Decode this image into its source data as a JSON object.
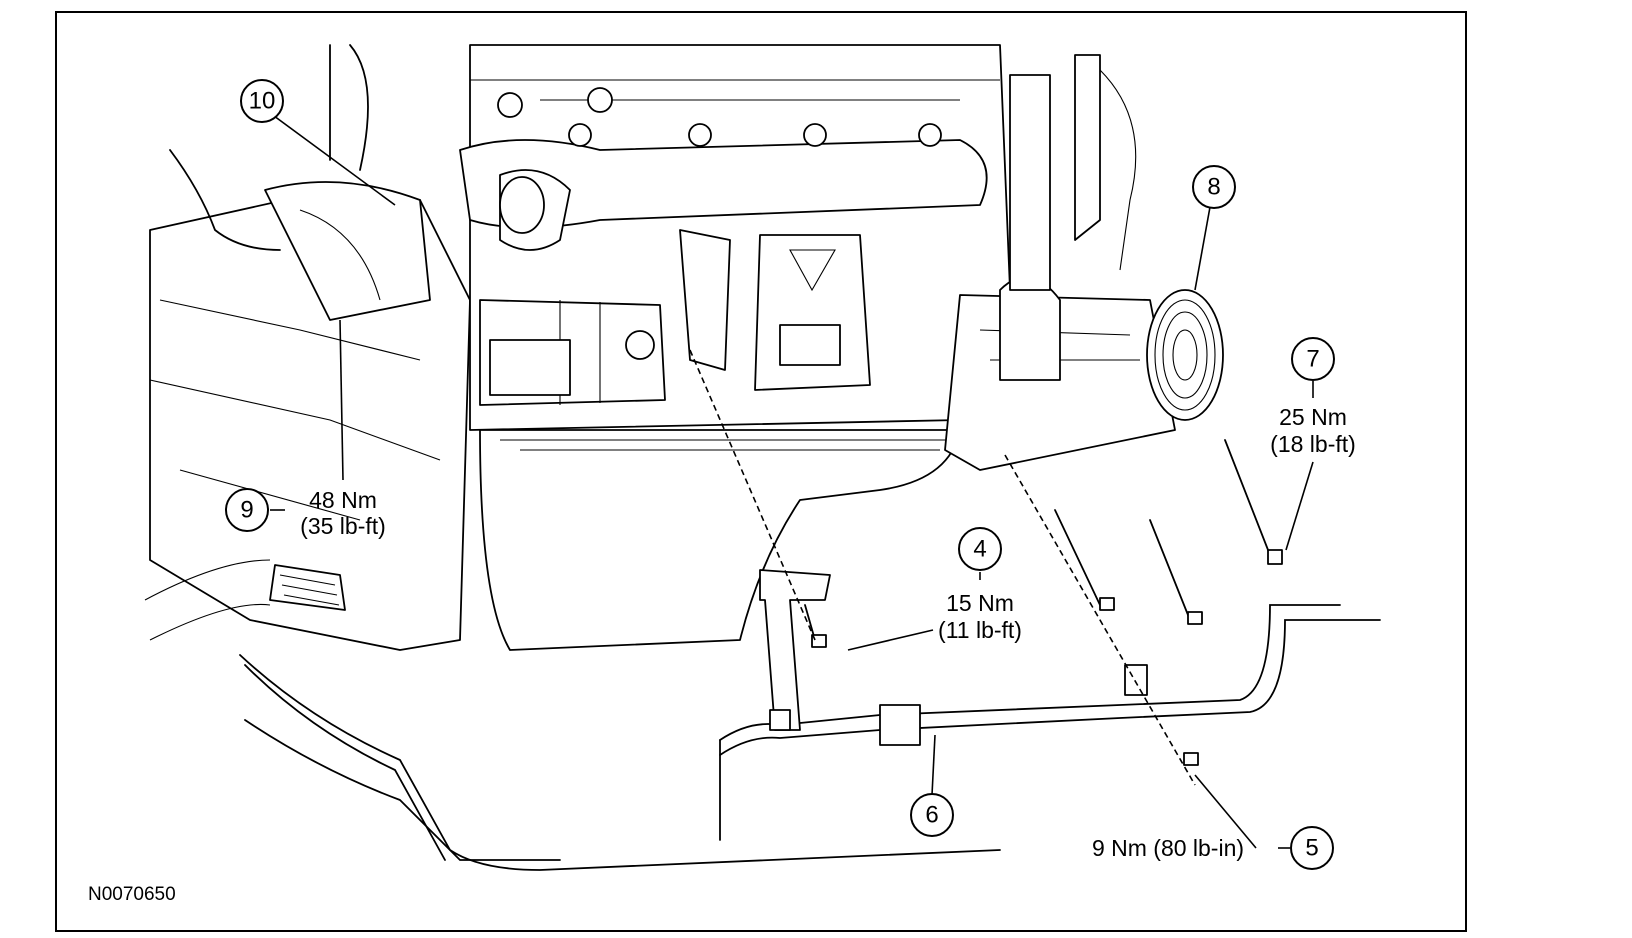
{
  "figure_code": "N0070650",
  "callouts": [
    {
      "id": "1",
      "number": "10"
    },
    {
      "id": "2",
      "number": "8"
    },
    {
      "id": "3",
      "number": "7",
      "torque": "25 Nm",
      "torque_imperial": "(18 lb-ft)"
    },
    {
      "id": "4",
      "number": "9",
      "torque": "48 Nm",
      "torque_imperial": "(35 lb-ft)"
    },
    {
      "id": "5",
      "number": "4",
      "torque": "15 Nm",
      "torque_imperial": "(11 lb-ft)"
    },
    {
      "id": "6",
      "number": "6"
    },
    {
      "id": "7",
      "number": "5",
      "torque": "9 Nm (80 lb-in)"
    }
  ]
}
